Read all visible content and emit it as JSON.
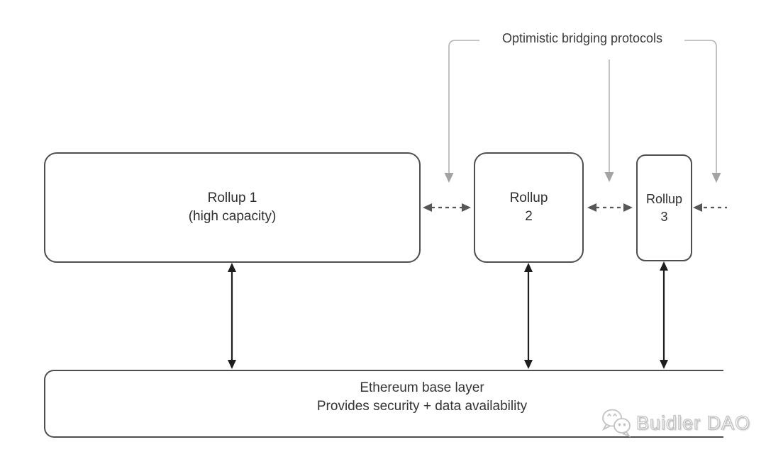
{
  "diagram": {
    "bridging_label": "Optimistic bridging protocols",
    "rollup1": {
      "title": "Rollup 1",
      "subtitle": "(high capacity)"
    },
    "rollup2": {
      "title": "Rollup",
      "subtitle": "2"
    },
    "rollup3": {
      "title": "Rollup",
      "subtitle": "3"
    },
    "base_layer": {
      "title": "Ethereum base layer",
      "subtitle": "Provides security + data availability"
    }
  },
  "watermark": {
    "label": "Buidler DAO",
    "icon": "wechat-icon"
  },
  "colors": {
    "background": "#ffffff",
    "box_border": "#4e4e4e",
    "text": "#2f2f2f",
    "bracket_gray": "#b2b2b2",
    "gray_arrowhead": "#a3a3a3",
    "dashed_arrow": "#565656",
    "solid_arrow": "#1d1d1d",
    "watermark_gray": "#c2c2c2"
  }
}
